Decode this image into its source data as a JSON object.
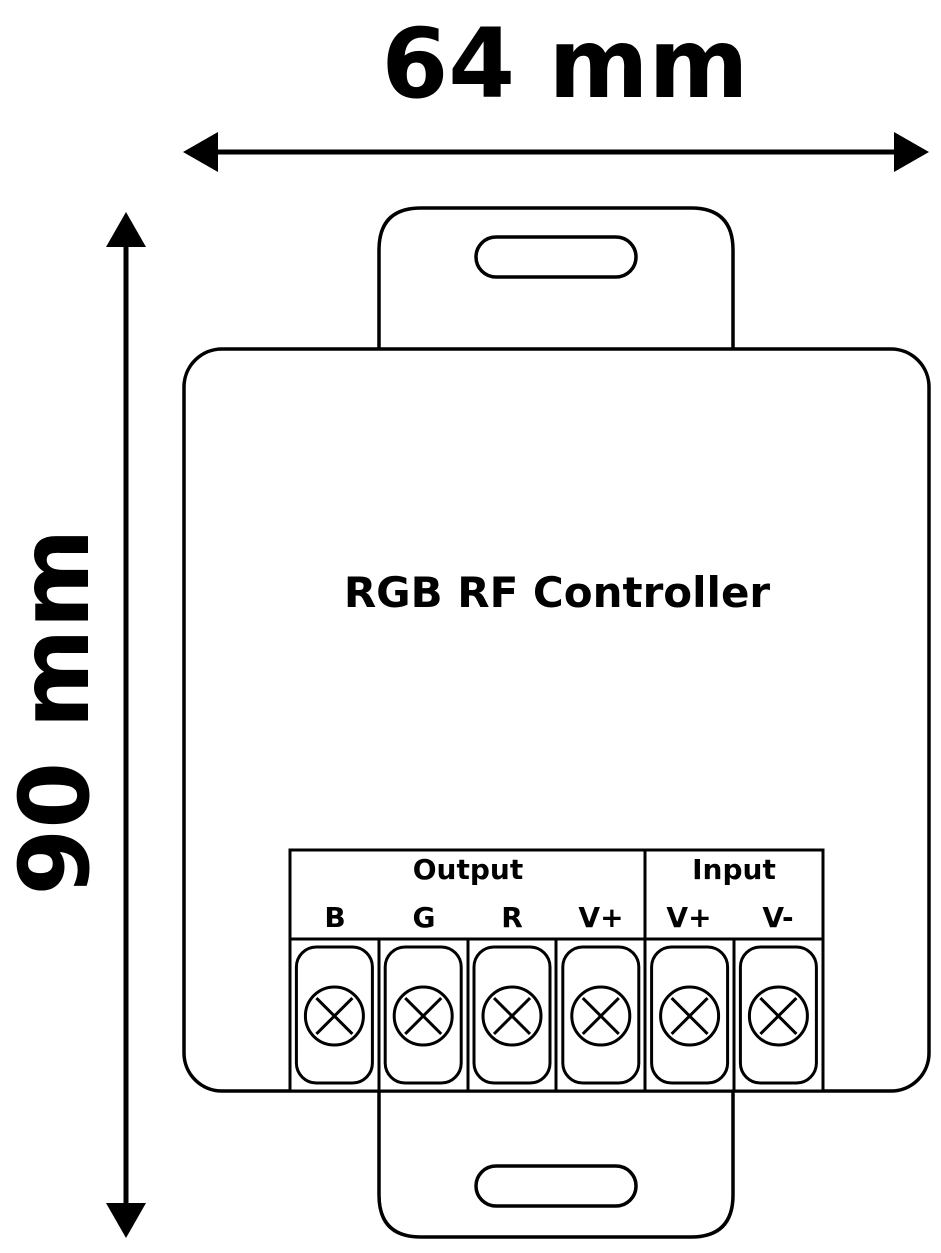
{
  "dimensions": {
    "width_label": "64 mm",
    "height_label": "90 mm"
  },
  "device": {
    "title": "RGB RF Controller"
  },
  "terminal_block": {
    "groups": [
      {
        "label": "Output",
        "pins": [
          "B",
          "G",
          "R",
          "V+"
        ]
      },
      {
        "label": "Input",
        "pins": [
          "V+",
          "V-"
        ]
      }
    ],
    "screw_icon": "screw-x-icon"
  },
  "colors": {
    "stroke": "#000000",
    "background": "#ffffff"
  }
}
